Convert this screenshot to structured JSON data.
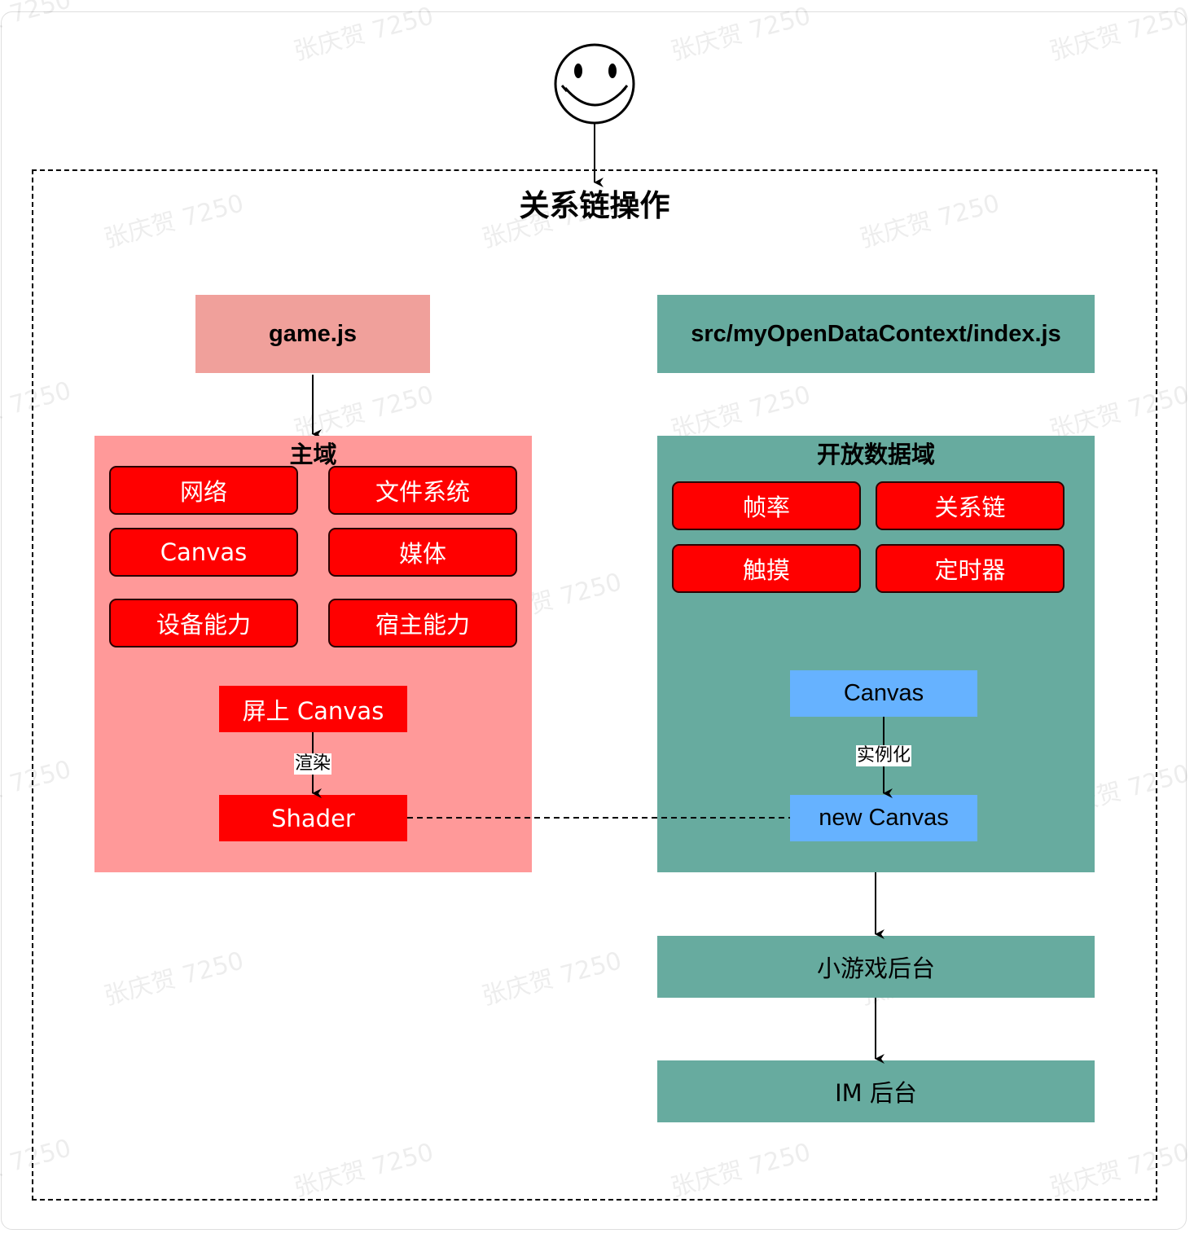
{
  "diagram": {
    "title": "关系链操作",
    "game_js": "game.js",
    "open_data_file": "src/myOpenDataContext/index.js",
    "main_domain": {
      "title": "主域",
      "items": [
        "网络",
        "文件系统",
        "Canvas",
        "媒体",
        "设备能力",
        "宿主能力"
      ],
      "screen_canvas": "屏上 Canvas",
      "render_label": "渲染",
      "shader": "Shader"
    },
    "open_domain": {
      "title": "开放数据域",
      "items": [
        "帧率",
        "关系链",
        "触摸",
        "定时器"
      ],
      "canvas": "Canvas",
      "instantiate_label": "实例化",
      "new_canvas": "new Canvas"
    },
    "game_backend": "小游戏后台",
    "im_backend": "IM 后台",
    "watermark": "张庆贺 7250",
    "colors": {
      "main_header": "#f0a09b",
      "main_domain_bg": "#ff9999",
      "red": "#ff0000",
      "teal": "#67ab9f",
      "blue": "#66b2ff"
    }
  }
}
